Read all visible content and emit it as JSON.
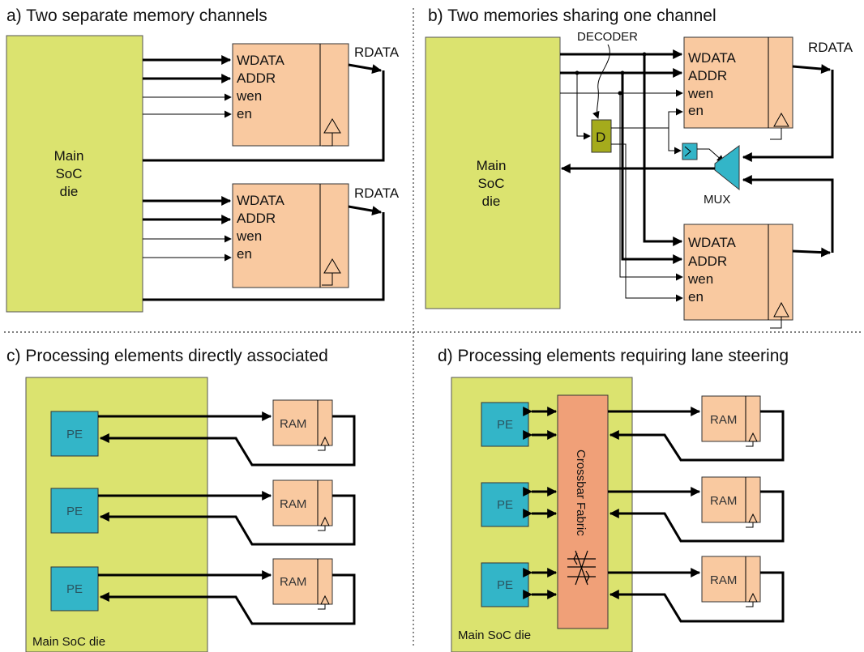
{
  "panel_a": {
    "title": "a) Two separate memory channels",
    "die": [
      "Main",
      "SoC",
      "die"
    ],
    "mem1": {
      "ports": [
        "WDATA",
        "ADDR",
        "wen",
        "en"
      ],
      "output": "RDATA"
    },
    "mem2": {
      "ports": [
        "WDATA",
        "ADDR",
        "wen",
        "en"
      ],
      "output": "RDATA"
    }
  },
  "panel_b": {
    "title": "b) Two memories sharing one channel",
    "die": [
      "Main",
      "SoC",
      "die"
    ],
    "decoder_label": "DECODER",
    "decoder_box": "D",
    "mux_label": "MUX",
    "mem1": {
      "ports": [
        "WDATA",
        "ADDR",
        "wen",
        "en"
      ],
      "output": "RDATA"
    },
    "mem2": {
      "ports": [
        "WDATA",
        "ADDR",
        "wen",
        "en"
      ]
    }
  },
  "panel_c": {
    "title": "c) Processing elements directly associated",
    "die_label": "Main SoC die",
    "pe_label": "PE",
    "ram_label": "RAM"
  },
  "panel_d": {
    "title": "d) Processing elements requiring lane steering",
    "die_label": "Main SoC die",
    "pe_label": "PE",
    "ram_label": "RAM",
    "fabric_label": "Crossbar Fabric"
  }
}
